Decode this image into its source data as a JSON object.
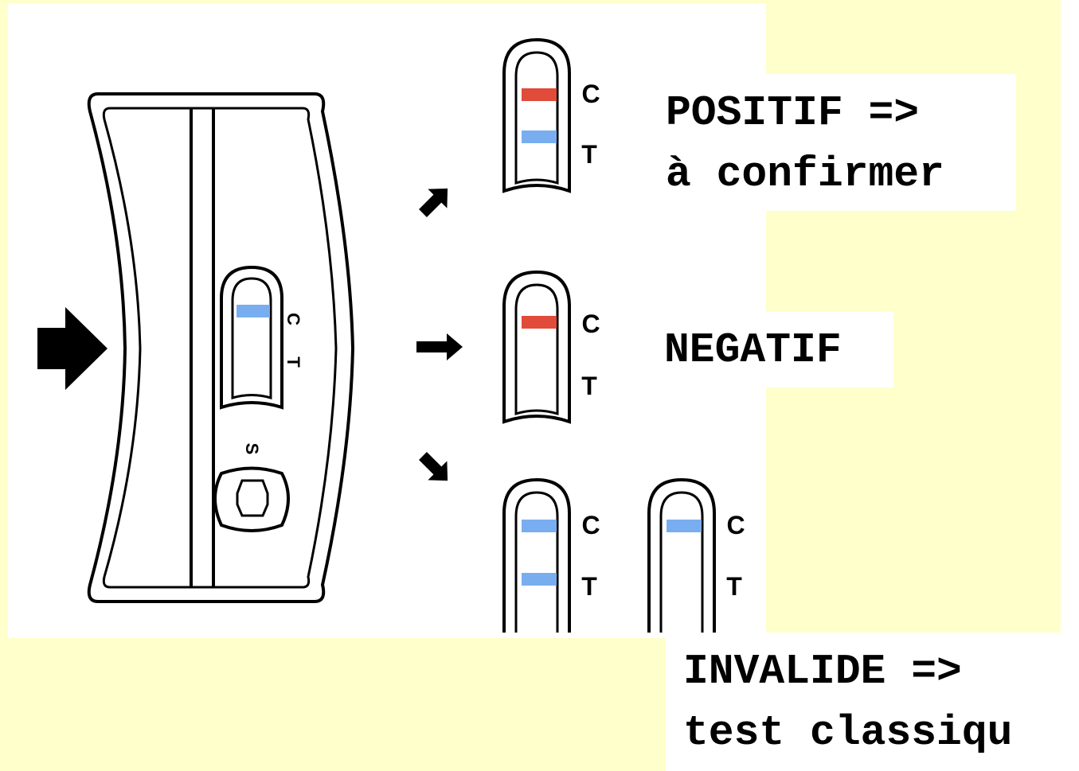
{
  "cassette": {
    "window_letters": {
      "control": "C",
      "test": "T"
    },
    "sample_well_letter": "S"
  },
  "results": [
    {
      "id": "positif",
      "letters": {
        "control": "C",
        "test": "T"
      },
      "lines": [
        "C-red",
        "T-blue"
      ],
      "text_lines": [
        "POSITIF =>",
        "à confirmer"
      ]
    },
    {
      "id": "negatif",
      "letters": {
        "control": "C",
        "test": "T"
      },
      "lines": [
        "C-red"
      ],
      "text_lines": [
        "NEGATIF"
      ]
    },
    {
      "id": "invalide",
      "strips": [
        {
          "letters": {
            "control": "C",
            "test": "T"
          },
          "lines": [
            "C-blue",
            "T-blue"
          ]
        },
        {
          "letters": {
            "control": "C",
            "test": "T"
          },
          "lines": [
            "C-blue"
          ]
        }
      ],
      "text_lines": [
        "INVALIDE =>",
        "test classiqu"
      ]
    }
  ],
  "colors": {
    "background": "#ffffcc",
    "panel": "#ffffff",
    "line_red": "#e04b3a",
    "line_blue": "#78aef0",
    "ink": "#000000"
  }
}
